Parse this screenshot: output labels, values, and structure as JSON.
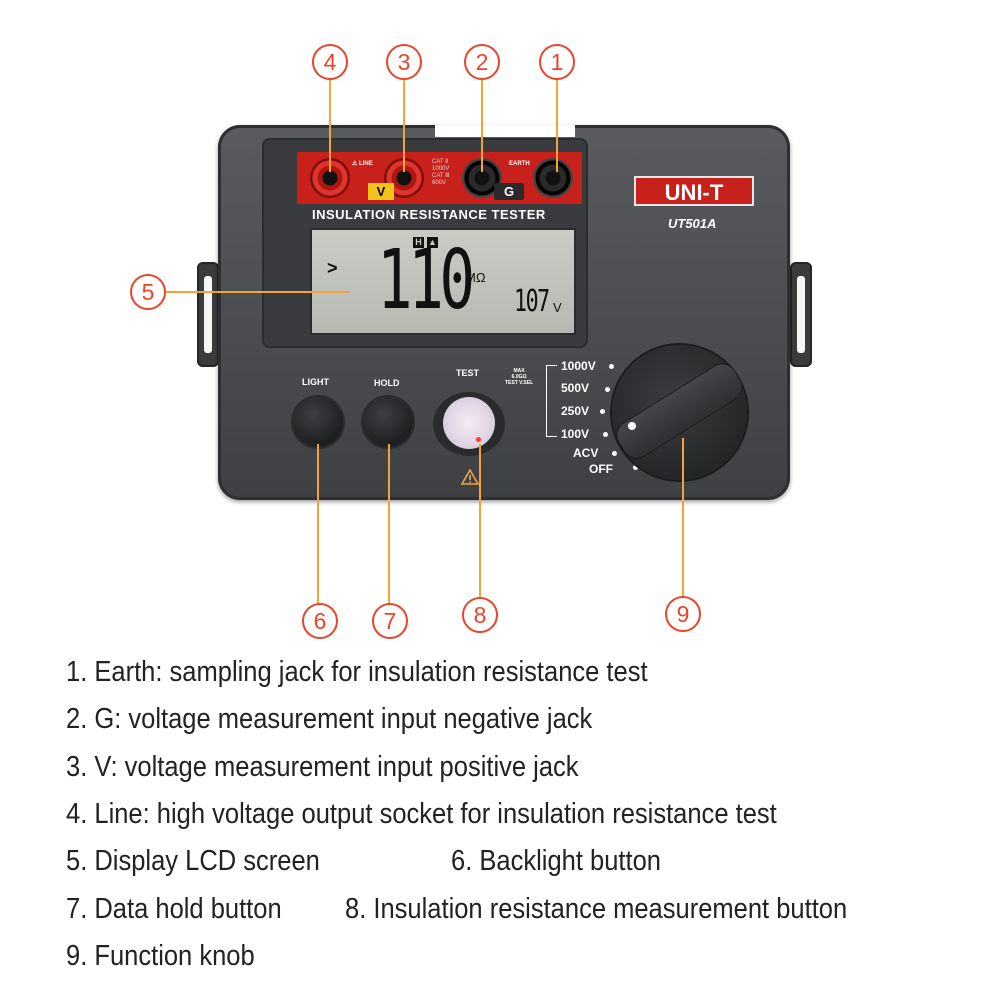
{
  "callouts": [
    "4",
    "3",
    "2",
    "1",
    "5",
    "6",
    "7",
    "8",
    "9"
  ],
  "device": {
    "jack_labels": {
      "line": "⚠ LINE",
      "earth": "EARTH",
      "v": "V",
      "g": "G",
      "cat": [
        "CAT Ⅱ",
        "1000V",
        "CAT Ⅲ",
        "600V"
      ]
    },
    "title": "INSULATION RESISTANCE TESTER",
    "brand": "UNI-T",
    "model": "UT501A",
    "lcd": {
      "indicator": ">",
      "icons": [
        "H",
        "▲"
      ],
      "reading": "110",
      "unit": "MΩ",
      "voltage": "107",
      "voltage_unit": "V"
    },
    "buttons": {
      "light": "LIGHT",
      "hold": "HOLD",
      "test": "TEST"
    },
    "range": {
      "max_note": [
        "MAX",
        "6.0GΩ",
        "TEST V.SEL"
      ],
      "labels": [
        "1000V",
        "500V",
        "250V",
        "100V",
        "ACV",
        "OFF"
      ]
    }
  },
  "legend": [
    "1. Earth: sampling jack for insulation resistance test",
    "2. G: voltage measurement input negative jack",
    "3. V: voltage measurement input positive jack",
    "4. Line: high voltage output socket for insulation resistance test",
    "5. Display LCD screen",
    "6. Backlight button",
    "7. Data hold button",
    "8. Insulation resistance measurement button",
    "9. Function knob"
  ],
  "colors": {
    "callout": "#e8452c",
    "leader": "#f2a33a",
    "body": "#4a4b4e",
    "brand": "#c8201b"
  }
}
